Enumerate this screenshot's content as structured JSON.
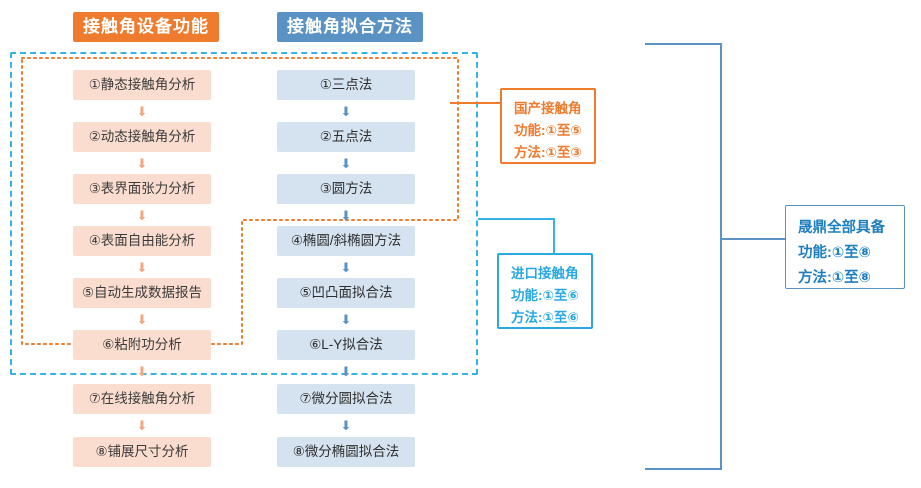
{
  "diagram": {
    "title_hidden": "",
    "columns": [
      {
        "id": "function",
        "header": "接触角设备功能",
        "accent": "#ef7b2e",
        "items": [
          "①静态接触角分析",
          "②动态接触角分析",
          "③表界面张力分析",
          "④表面自由能分析",
          "⑤自动生成数据报告",
          "⑥粘附功分析",
          "⑦在线接触角分析",
          "⑧铺展尺寸分析"
        ]
      },
      {
        "id": "method",
        "header": "接触角拟合方法",
        "accent": "#5b92c4",
        "items": [
          "①三点法",
          "②五点法",
          "③圆方法",
          "④椭圆/斜椭圆方法",
          "⑤凹凸面拟合法",
          "⑥L-Y拟合法",
          "⑦微分圆拟合法",
          "⑧微分椭圆拟合法"
        ]
      }
    ],
    "arrow_glyph": "⬇",
    "callouts": {
      "domestic": {
        "title": "国产接触角",
        "functions": "功能:①至⑤",
        "methods": "方法:①至③",
        "color": "#ef7b2e"
      },
      "imported": {
        "title": "进口接触角",
        "functions": "功能:①至⑥",
        "methods": "方法:①至⑥",
        "color": "#2aa9e0"
      },
      "all": {
        "title": "晟鼎全部具备",
        "functions": "功能:①至⑧",
        "methods": "方法:①至⑧",
        "color": "#1e7fc0"
      }
    },
    "regions": {
      "domestic_border_color": "#ef7b2e",
      "imported_border_color": "#35b3e8",
      "all_bracket_color": "#5b92c4"
    }
  }
}
